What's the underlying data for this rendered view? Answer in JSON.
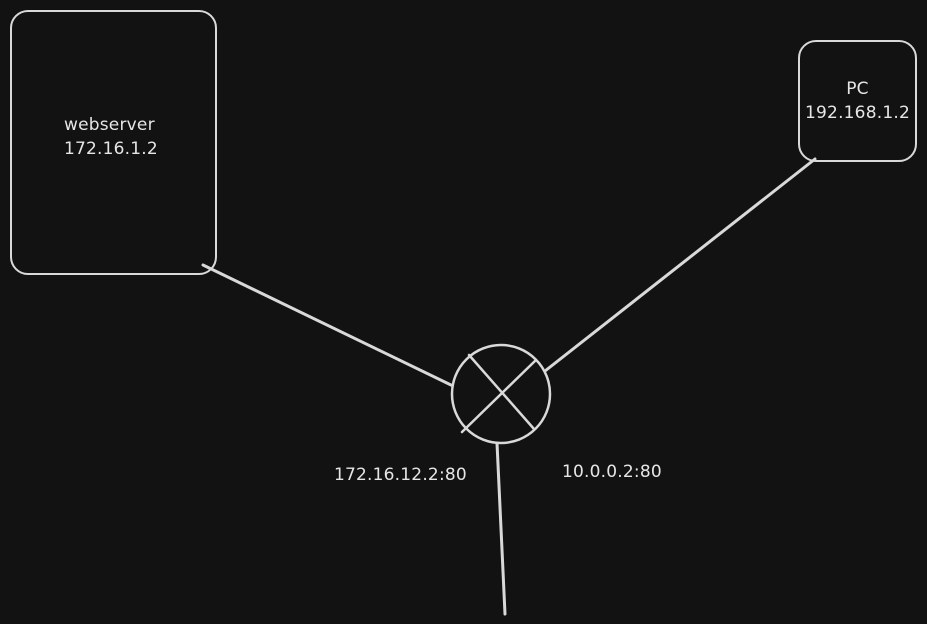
{
  "diagram": {
    "nodes": {
      "webserver": {
        "name": "webserver",
        "ip": "172.16.1.2"
      },
      "pc": {
        "name": "PC",
        "ip": "192.168.1.2"
      },
      "router": {
        "icon": "router-icon"
      }
    },
    "ports": {
      "left": "172.16.12.2:80",
      "right": "10.0.0.2:80"
    },
    "colors": {
      "background": "#121212",
      "stroke": "#d9d9d9",
      "text": "#e6e6e6"
    }
  }
}
